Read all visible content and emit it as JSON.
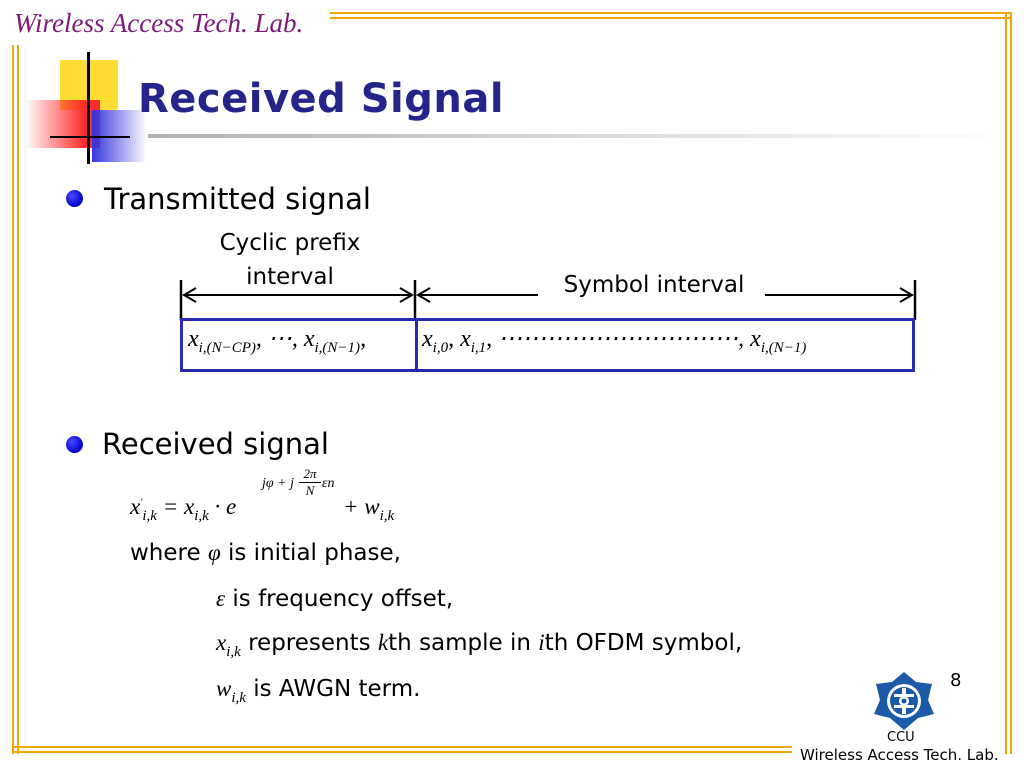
{
  "header": {
    "lab_name": "Wireless Access Tech. Lab.",
    "title": "Received Signal"
  },
  "bullets": [
    {
      "text": "Transmitted signal"
    },
    {
      "text": "Received signal"
    }
  ],
  "diagram": {
    "cp_label_line1": "Cyclic prefix",
    "cp_label_line2": "interval",
    "symbol_label": "Symbol interval",
    "cp_cell": "x_{i,(N−CP)}, ⋯, x_{i,(N−1)},",
    "symbol_cell": "x_{i,0}, x_{i,1}, ⋯⋯⋯⋯⋯⋯⋯⋯⋯, x_{i,(N−1)}"
  },
  "equation": {
    "lhs": "x",
    "lhs_prime": "'",
    "sub": "i,k",
    "rhs_x": "x",
    "exp_e": "e",
    "exponent": "jφ + j",
    "frac_num": "2π",
    "frac_den": "N",
    "exp_tail": "εn",
    "noise": "w"
  },
  "definitions": {
    "where_word": "where",
    "phi": "φ",
    "phi_desc": "is initial phase,",
    "eps": "ε",
    "eps_desc": "is frequency offset,",
    "x_sym": "x",
    "x_desc_1": "represents",
    "k": "k",
    "x_desc_2": "th sample in",
    "i": "i",
    "x_desc_3": "th OFDM symbol,",
    "w_sym": "w",
    "w_desc": "is AWGN term.",
    "sub": "i,k"
  },
  "footer": {
    "page_number": "8",
    "org": "CCU",
    "lab_name": "Wireless Access Tech. Lab."
  },
  "colors": {
    "frame": "#f0a800",
    "title": "#24248a",
    "lab": "#7a1a78",
    "box": "#2a2ab0"
  }
}
